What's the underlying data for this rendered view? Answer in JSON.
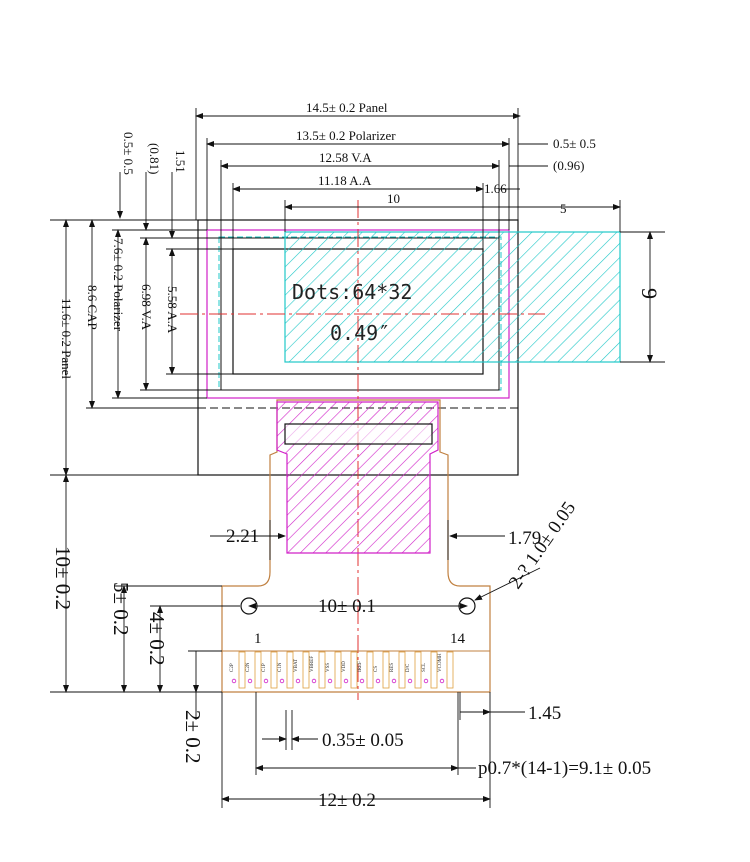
{
  "dimensions": {
    "panel_width": "14.5± 0.2 Panel",
    "polarizer_width": "13.5± 0.2 Polarizer",
    "va_width": "12.58 V.A",
    "aa_width": "11.18 A.A",
    "offset_10": "10",
    "right_05": "0.5± 0.5",
    "right_096": "(0.96)",
    "right_166": "1.66",
    "right_5": "5",
    "left_05": "0.5± 0.5",
    "left_081": "(0.81)",
    "left_151": "1.51",
    "panel_height": "11.6± 0.2 Panel",
    "cap_height": "8.6 CAP",
    "polarizer_height": "7.6± 0.2 Polarizer",
    "va_height": "6.98 V.A",
    "aa_height": "5.58 A.A",
    "height_9": "9",
    "fpc_221": "2.21",
    "fpc_179": "1.79",
    "hole_dia": "2-? 1.0± 0.05",
    "hole_pitch": "10± 0.1",
    "pin_first": "1",
    "pin_last": "14",
    "fpc_10": "10± 0.2",
    "fpc_5": "5± 0.2",
    "fpc_4": "4± 0.2",
    "fpc_2": "2± 0.2",
    "pad_145": "1.45",
    "pad_width": "0.35± 0.05",
    "pad_pitch": "p0.7*(14-1)=9.1± 0.05",
    "fpc_width": "12± 0.2"
  },
  "display": {
    "dots": "Dots:64*32",
    "size": "0.49″"
  },
  "pins": [
    "C2P",
    "C2N",
    "C1P",
    "C1N",
    "VBAT",
    "VBREF",
    "VSS",
    "VDD",
    "IREF",
    "CS",
    "RES",
    "D/C",
    "SCL",
    "VCOMH"
  ],
  "colors": {
    "line": "#111111",
    "magenta": "#d020c8",
    "cyan": "#20c8c8",
    "red": "#e03030",
    "fpc": "#c08040"
  }
}
